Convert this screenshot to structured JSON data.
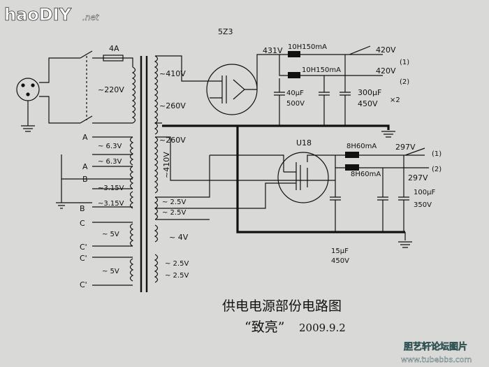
{
  "watermark": {
    "logo_text": "haoDIY",
    "logo_suffix": ".net"
  },
  "header": {
    "rectifier_top": "5Z3"
  },
  "fuse": {
    "label": "4A"
  },
  "primary": {
    "voltage": "~220V"
  },
  "transformer_secondaries": {
    "hv_410_top": "~410V",
    "hv_260_top": "~260V",
    "hv_260_bottom": "~260V",
    "hv_410_bottom": "~410V",
    "heater_25_a": "~ 2.5V",
    "heater_25_b": "~ 2.5V",
    "heater_4v": "~ 4V",
    "heater_25_c": "~ 2.5V",
    "heater_25_d": "~ 2.5V"
  },
  "left_windings": {
    "w1": "~ 6.3V",
    "w2": "~ 6.3V",
    "w3": "~3.15V",
    "w4": "~3.15V",
    "w5": "~ 5V",
    "w6": "~ 5V"
  },
  "left_tags": [
    "A",
    "A",
    "B",
    "B",
    "C",
    "C'",
    "C'",
    "C'"
  ],
  "upper_supply": {
    "node_voltage": "431V",
    "choke_1": "10H150mA",
    "choke_2": "10H150mA",
    "out_1": "420V",
    "out_1_tag": "(1)",
    "out_2": "420V",
    "out_2_tag": "(2)",
    "cap_1": "40μF",
    "cap_1_v": "500V",
    "cap_2": "300μF",
    "cap_2_v": "450V",
    "cap_2_mult": "×2"
  },
  "lower_supply": {
    "tube": "U18",
    "choke_1": "8H60mA",
    "choke_2": "8H60mA",
    "out_1": "297V",
    "out_1_tag": "(1)",
    "out_2": "297V",
    "out_2_tag": "(2)",
    "cap_in": "15μF",
    "cap_in_v": "450V",
    "cap_out": "100μF",
    "cap_out_v": "350V"
  },
  "footer": {
    "title": "供电电源部份电路图",
    "author": "“致亮”",
    "date": "2009.9.2"
  },
  "credit": {
    "forum": "胆艺轩论坛图片",
    "url": "www.tubebbs.com"
  }
}
